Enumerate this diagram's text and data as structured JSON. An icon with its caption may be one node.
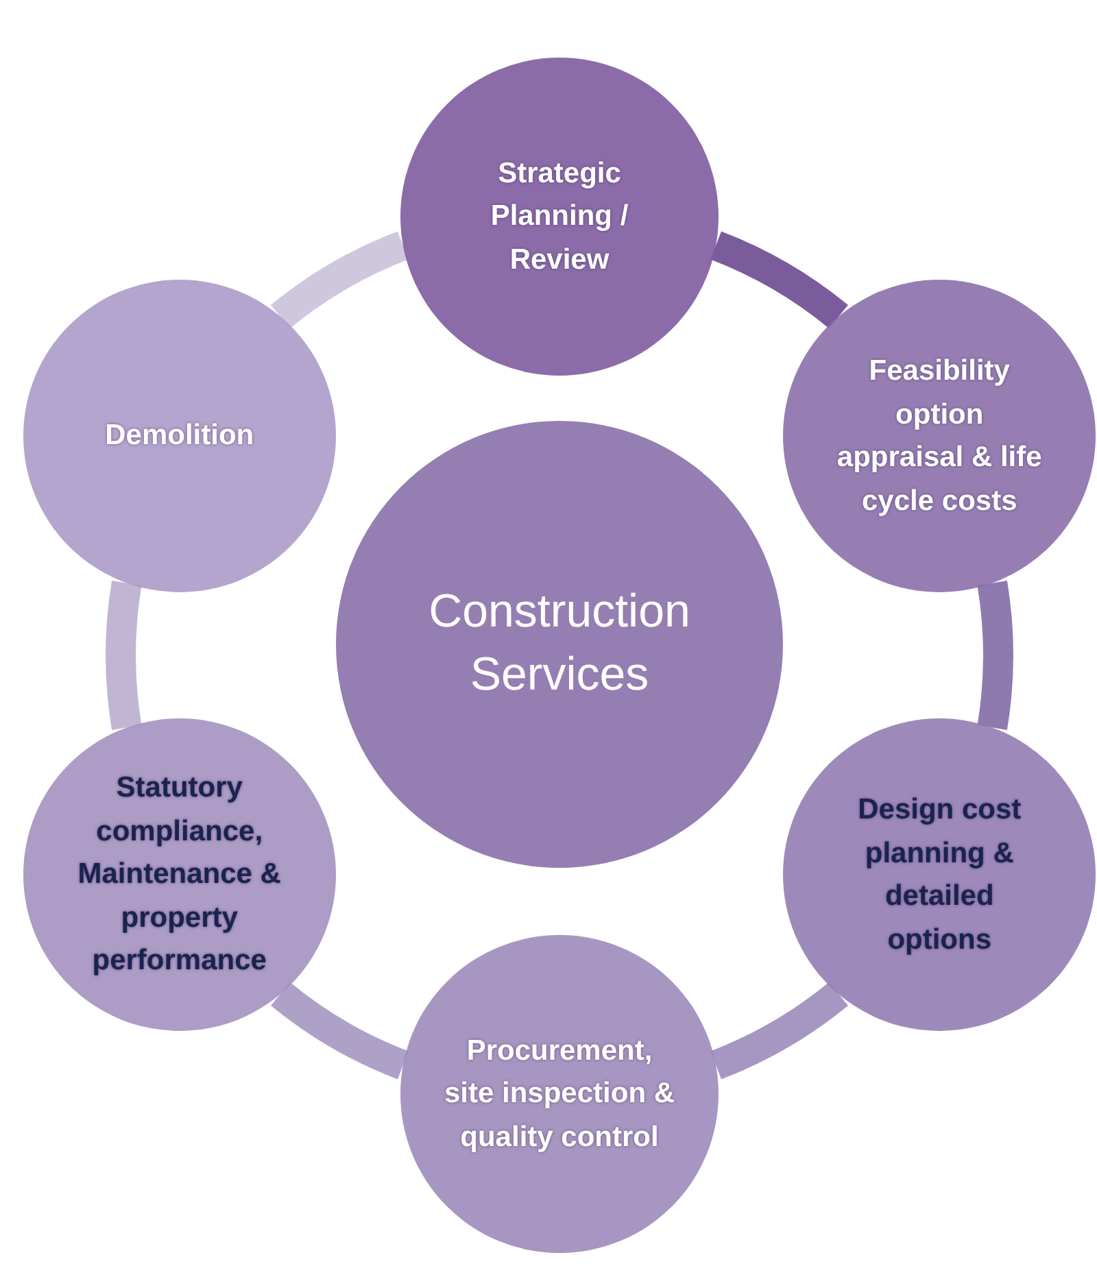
{
  "diagram": {
    "nodes": [
      {
        "text": [
          "Construction Services"
        ]
      },
      {
        "text": [
          "Strategic Planning / Review"
        ]
      },
      {
        "text": [
          "Feasibility option appraisal & life cycle costs"
        ]
      },
      {
        "text": [
          "Design cost planning & detailed options"
        ]
      },
      {
        "text": [
          "Procurement, site inspection & quality control"
        ]
      },
      {
        "text": [
          "Statutory compliance, Maintenance & property performance"
        ]
      },
      {
        "text": [
          "Demolition"
        ]
      }
    ],
    "edges": [
      {
        "from": 1,
        "to": 2,
        "arrow": "none",
        "color": "#7a5c9c"
      },
      {
        "from": 2,
        "to": 3,
        "arrow": "none",
        "color": "#8f7ab0"
      },
      {
        "from": 3,
        "to": 4,
        "arrow": "none",
        "color": "#a597c2"
      },
      {
        "from": 4,
        "to": 5,
        "arrow": "none",
        "color": "#aea1c8"
      },
      {
        "from": 5,
        "to": 6,
        "arrow": "none",
        "color": "#c0b6d4"
      },
      {
        "from": 6,
        "to": 1,
        "arrow": "none",
        "color": "#cfc7de"
      }
    ]
  }
}
